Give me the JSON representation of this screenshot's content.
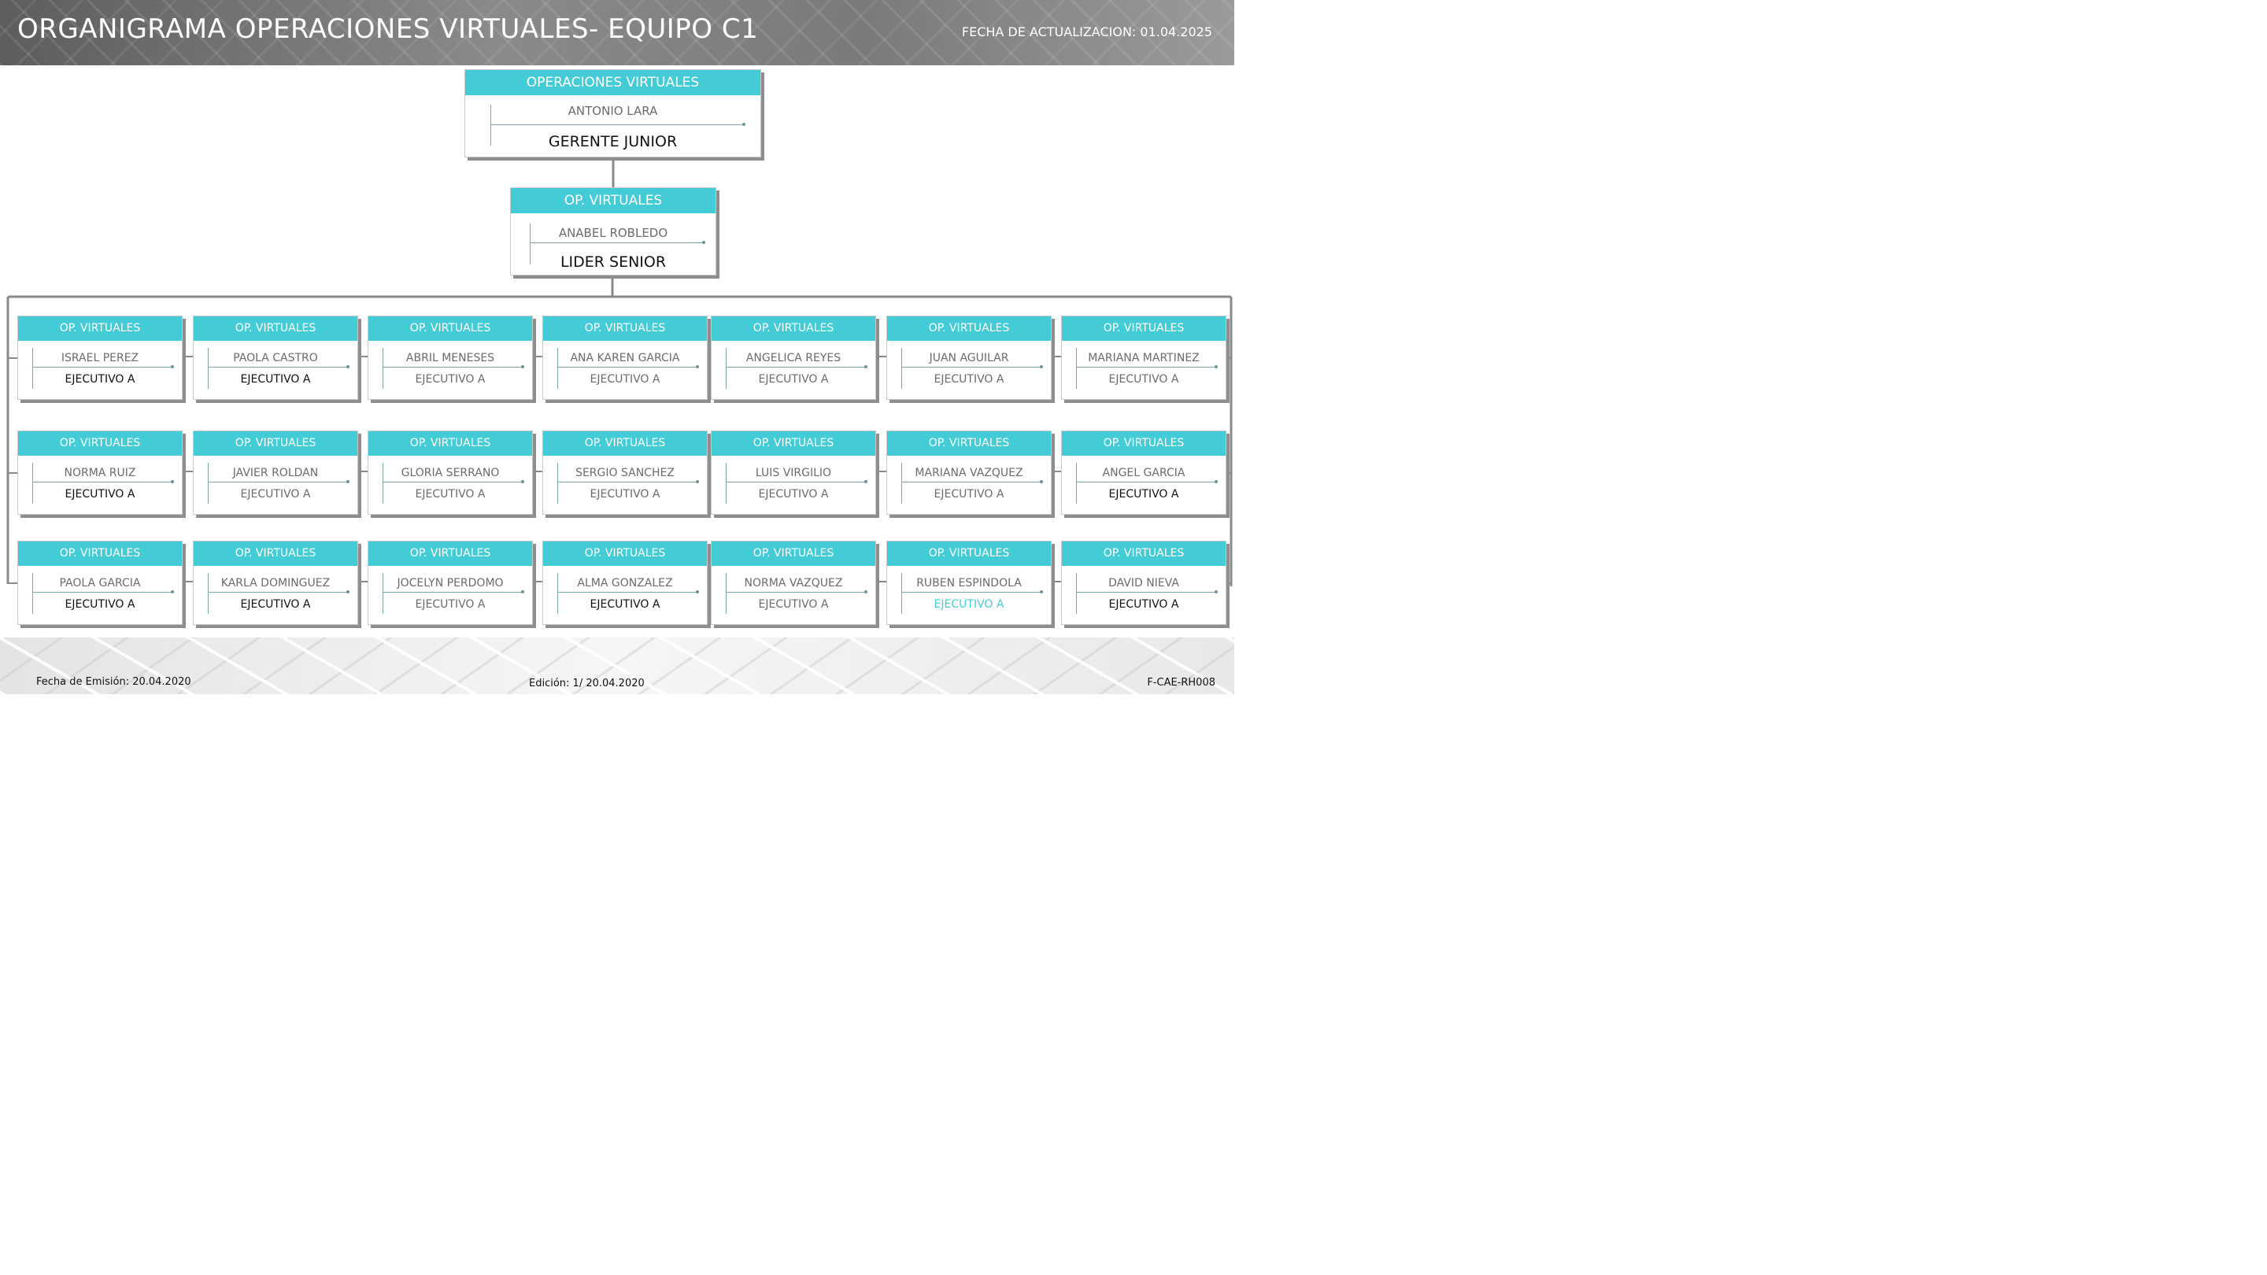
{
  "header": {
    "title": "ORGANIGRAMA OPERACIONES VIRTUALES-  EQUIPO C1",
    "update_label": "FECHA DE ACTUALIZACION:  01.04.2025"
  },
  "top": {
    "dept": "OPERACIONES VIRTUALES",
    "name": "ANTONIO LARA",
    "role": "GERENTE JUNIOR"
  },
  "leader": {
    "dept": "OP. VIRTUALES",
    "name": "ANABEL ROBLEDO",
    "role": "LIDER SENIOR"
  },
  "rows": [
    [
      {
        "dept": "OP. VIRTUALES",
        "name": "ISRAEL PEREZ",
        "role": "EJECUTIVO A",
        "tone": "dark"
      },
      {
        "dept": "OP. VIRTUALES",
        "name": "PAOLA CASTRO",
        "role": "EJECUTIVO A",
        "tone": "dark"
      },
      {
        "dept": "OP. VIRTUALES",
        "name": "ABRIL MENESES",
        "role": "EJECUTIVO A",
        "tone": "grey"
      },
      {
        "dept": "OP. VIRTUALES",
        "name": "ANA KAREN GARCIA",
        "role": "EJECUTIVO A",
        "tone": "grey"
      },
      {
        "dept": "OP. VIRTUALES",
        "name": "ANGELICA REYES",
        "role": "EJECUTIVO A",
        "tone": "grey"
      },
      {
        "dept": "OP. VIRTUALES",
        "name": "JUAN AGUILAR",
        "role": "EJECUTIVO A",
        "tone": "grey"
      },
      {
        "dept": "OP. VIRTUALES",
        "name": "MARIANA MARTINEZ",
        "role": "EJECUTIVO A",
        "tone": "grey"
      }
    ],
    [
      {
        "dept": "OP. VIRTUALES",
        "name": "NORMA RUIZ",
        "role": "EJECUTIVO A",
        "tone": "dark"
      },
      {
        "dept": "OP. VIRTUALES",
        "name": "JAVIER ROLDAN",
        "role": "EJECUTIVO A",
        "tone": "grey"
      },
      {
        "dept": "OP. VIRTUALES",
        "name": "GLORIA SERRANO",
        "role": "EJECUTIVO A",
        "tone": "grey"
      },
      {
        "dept": "OP. VIRTUALES",
        "name": "SERGIO SANCHEZ",
        "role": "EJECUTIVO A",
        "tone": "grey"
      },
      {
        "dept": "OP. VIRTUALES",
        "name": "LUIS VIRGILIO",
        "role": "EJECUTIVO A",
        "tone": "grey"
      },
      {
        "dept": "OP. VIRTUALES",
        "name": "MARIANA VAZQUEZ",
        "role": "EJECUTIVO A",
        "tone": "grey"
      },
      {
        "dept": "OP. VIRTUALES",
        "name": "ANGEL GARCIA",
        "role": "EJECUTIVO A",
        "tone": "dark"
      }
    ],
    [
      {
        "dept": "OP. VIRTUALES",
        "name": "PAOLA GARCIA",
        "role": "EJECUTIVO A",
        "tone": "dark"
      },
      {
        "dept": "OP. VIRTUALES",
        "name": "KARLA DOMINGUEZ",
        "role": "EJECUTIVO A",
        "tone": "dark"
      },
      {
        "dept": "OP. VIRTUALES",
        "name": "JOCELYN PERDOMO",
        "role": "EJECUTIVO A",
        "tone": "grey"
      },
      {
        "dept": "OP. VIRTUALES",
        "name": "ALMA GONZALEZ",
        "role": "EJECUTIVO A",
        "tone": "dark"
      },
      {
        "dept": "OP. VIRTUALES",
        "name": "NORMA VAZQUEZ",
        "role": "EJECUTIVO A",
        "tone": "grey"
      },
      {
        "dept": "OP. VIRTUALES",
        "name": "RUBEN ESPINDOLA",
        "role": "EJECUTIVO A",
        "tone": "teal"
      },
      {
        "dept": "OP. VIRTUALES",
        "name": "DAVID NIEVA",
        "role": "EJECUTIVO A",
        "tone": "dark"
      }
    ]
  ],
  "footer": {
    "emission": "Fecha de Emisión: 20.04.2020",
    "edition": "Edición: 1/ 20.04.2020",
    "code": "F-CAE-RH008"
  },
  "colors": {
    "accent": "#44ccd6",
    "connector": "#8a8a8a",
    "shadow": "#8e8e8e"
  }
}
